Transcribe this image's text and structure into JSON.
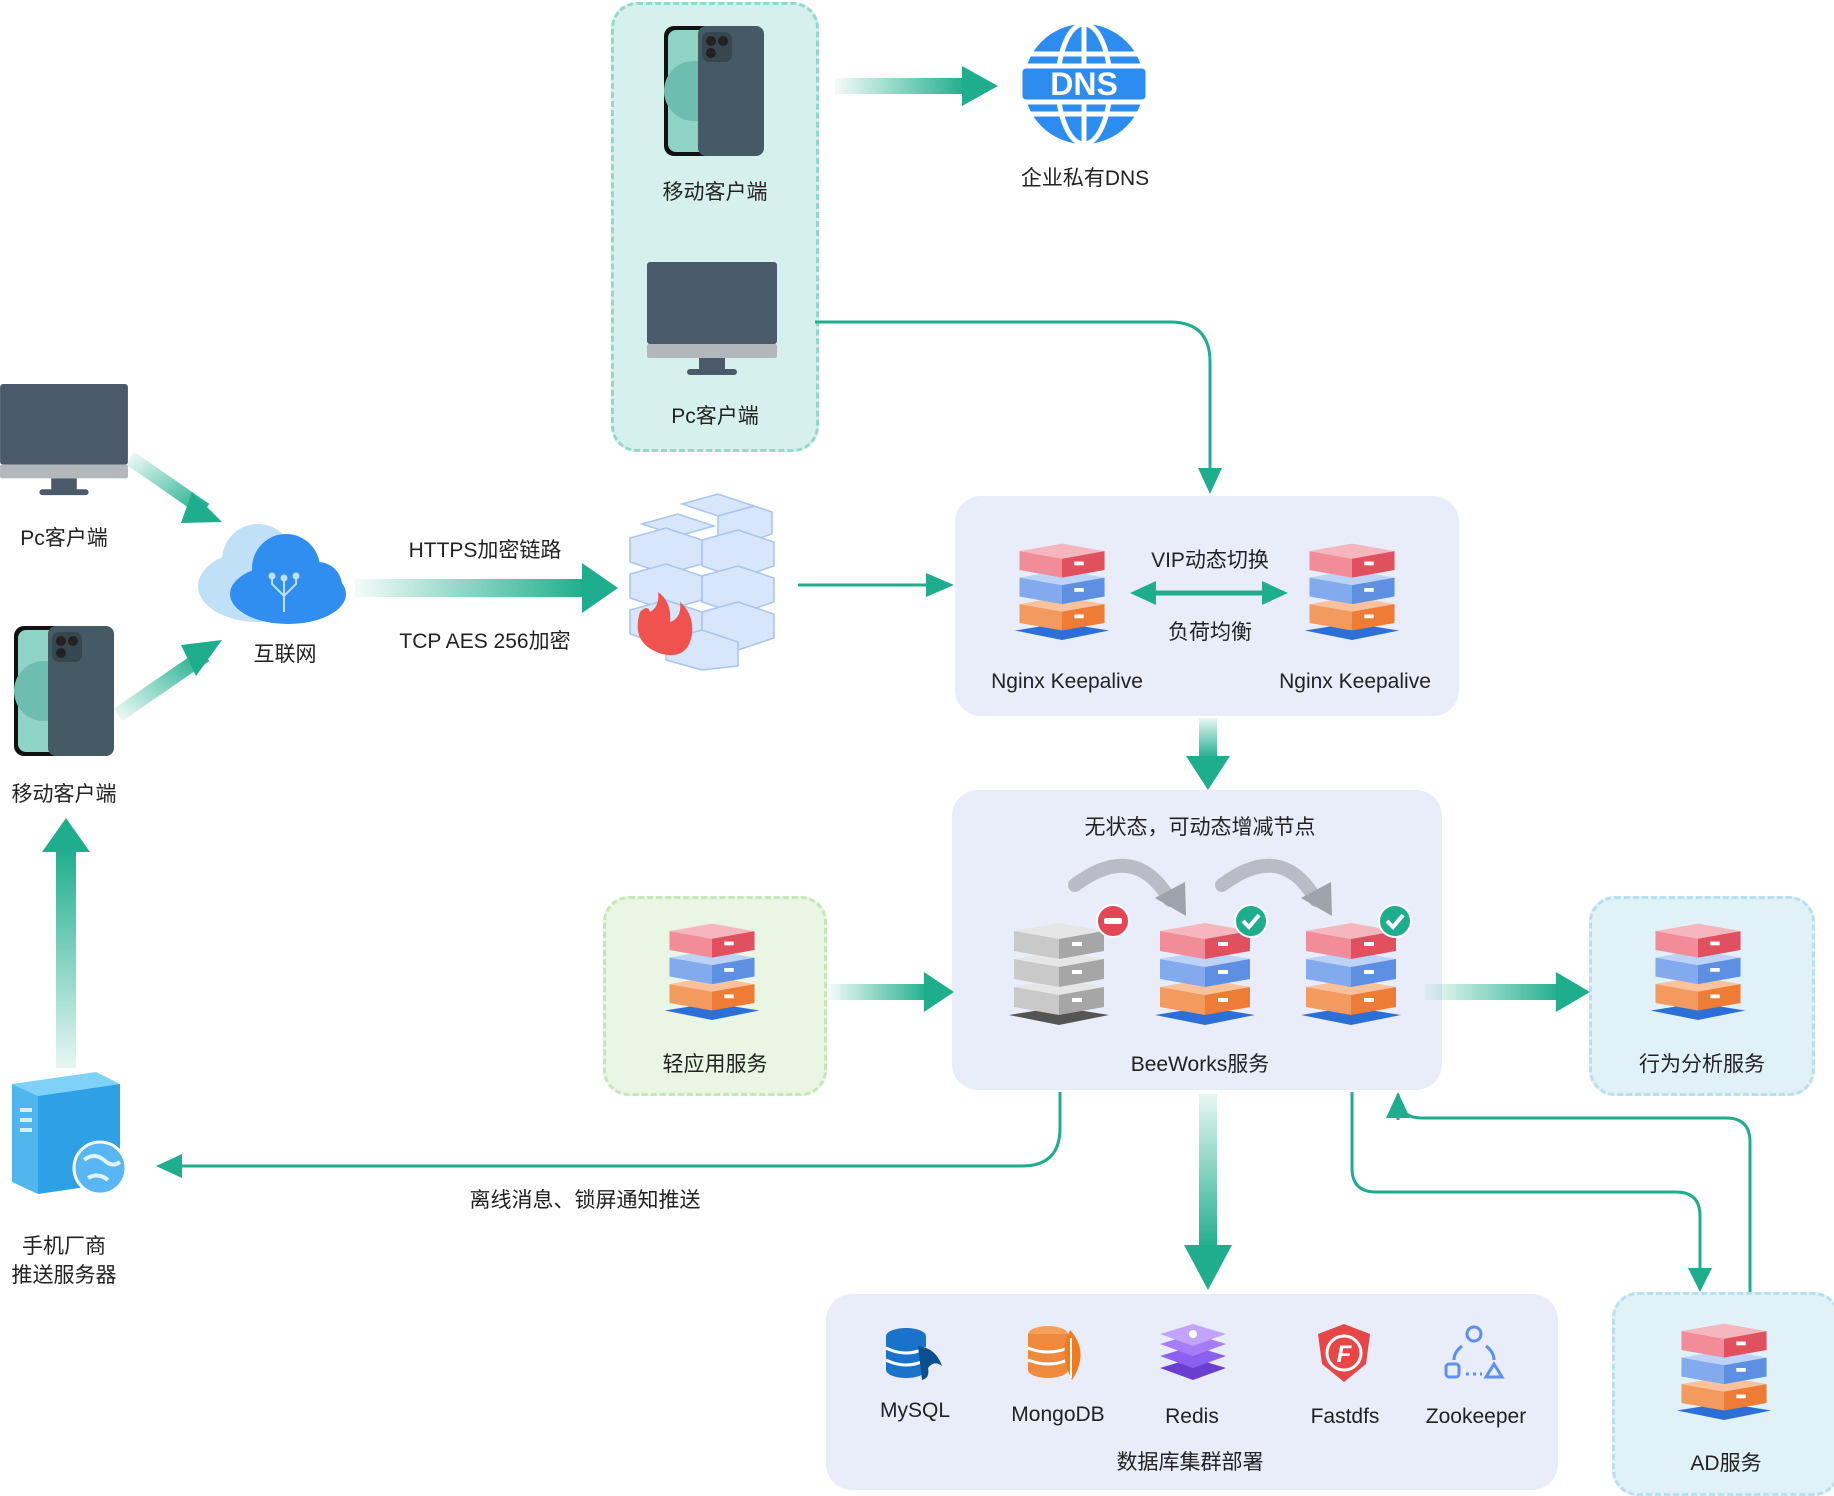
{
  "colors": {
    "accent": "#1fae8d",
    "panel_blue": "#e9edf9",
    "panel_teal": "#d8f3ef",
    "panel_green": "#eaf6e4",
    "panel_sky": "#e0f1f8",
    "server_red": "#e0505f",
    "server_blue": "#5d8fe3",
    "server_orange": "#f08a48",
    "dns_blue": "#2d8cf0"
  },
  "left": {
    "pc_label": "Pc客户端",
    "mobile_label": "移动客户端",
    "internet_label": "互联网",
    "push_server_label_1": "手机厂商",
    "push_server_label_2": "推送服务器"
  },
  "top": {
    "mobile_label": "移动客户端",
    "pc_label": "Pc客户端",
    "dns_text": "DNS",
    "dns_label": "企业私有DNS"
  },
  "links": {
    "https_label": "HTTPS加密链路",
    "tcp_label": "TCP AES 256加密",
    "push_label": "离线消息、锁屏通知推送"
  },
  "nginx": {
    "vip_label": "VIP动态切换",
    "lb_label": "负荷均衡",
    "node_left": "Nginx Keepalive",
    "node_right": "Nginx Keepalive"
  },
  "beeworks": {
    "top_label": "无状态，可动态增减节点",
    "label": "BeeWorks服务"
  },
  "light_app": {
    "label": "轻应用服务"
  },
  "behavior": {
    "label": "行为分析服务"
  },
  "ad": {
    "label": "AD服务"
  },
  "db": {
    "label": "数据库集群部署",
    "items": [
      {
        "name": "MySQL",
        "icon": "mysql-icon"
      },
      {
        "name": "MongoDB",
        "icon": "mongodb-icon"
      },
      {
        "name": "Redis",
        "icon": "redis-icon"
      },
      {
        "name": "Fastdfs",
        "icon": "fastdfs-icon"
      },
      {
        "name": "Zookeeper",
        "icon": "zookeeper-icon"
      }
    ]
  }
}
